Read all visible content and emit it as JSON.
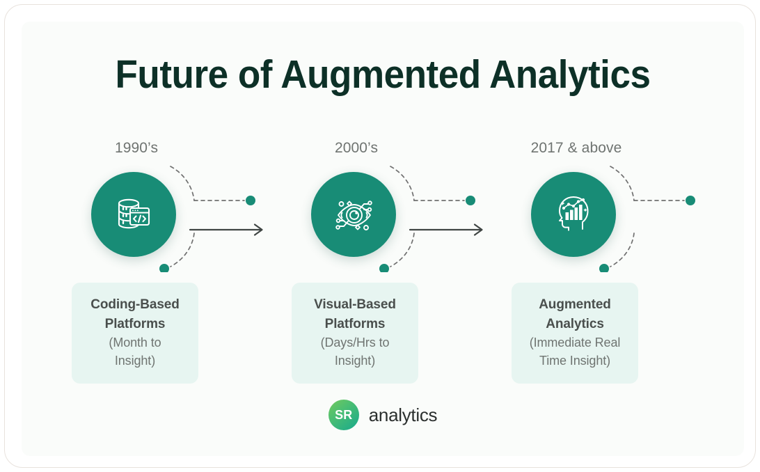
{
  "page": {
    "title": "Future of Augmented Analytics",
    "accent_teal": "#188C76",
    "title_color": "#0D3027",
    "card_bg": "#E7F5F1",
    "panel_bg": "#FAFCFA"
  },
  "stages": [
    {
      "date": "1990’s",
      "icon": "database-code-icon",
      "card_title_line1": "Coding-Based",
      "card_title_line2": "Platforms",
      "card_sub_line1": "(Month to",
      "card_sub_line2": "Insight)",
      "has_arrow": true
    },
    {
      "date": "2000’s",
      "icon": "tech-eye-icon",
      "card_title_line1": "Visual-Based",
      "card_title_line2": "Platforms",
      "card_sub_line1": "(Days/Hrs to",
      "card_sub_line2": "Insight)",
      "has_arrow": true
    },
    {
      "date": "2017 & above",
      "icon": "head-bar-chart-icon",
      "card_title_line1": "Augmented",
      "card_title_line2": "Analytics",
      "card_sub_line1": "(Immediate Real",
      "card_sub_line2": "Time Insight)",
      "has_arrow": false
    }
  ],
  "logo": {
    "mark_text": "SR",
    "word": "analytics",
    "gradient_from": "#74C95C",
    "gradient_to": "#17A98C"
  }
}
